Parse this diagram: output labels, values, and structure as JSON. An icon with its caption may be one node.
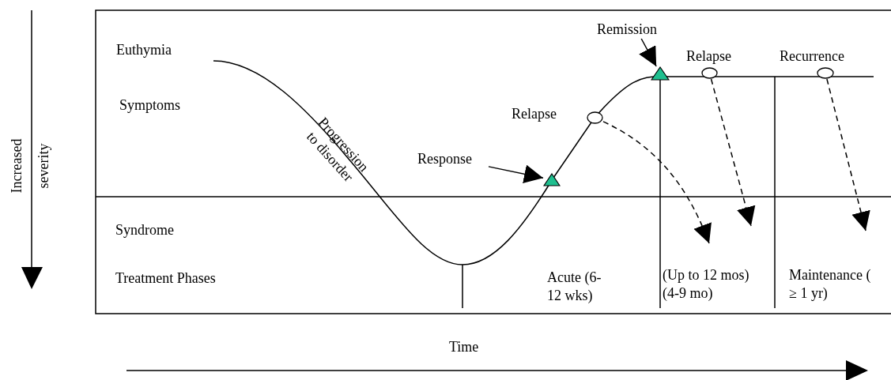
{
  "diagram": {
    "nodes": [
      {
        "text": [
          "Remission"
        ]
      },
      {
        "text": [],
        "shape": "triangle"
      },
      {
        "text": [
          "Response"
        ]
      },
      {
        "text": [],
        "shape": "triangle"
      },
      {
        "text": [],
        "shape": "circle",
        "beside": [
          "Relapse"
        ]
      },
      {
        "text": [],
        "shape": "circle",
        "beside": [
          "Relapse"
        ]
      },
      {
        "text": [],
        "shape": "circle",
        "beside": [
          "Recurrence"
        ]
      }
    ],
    "edges": [
      {
        "from": 0,
        "to": 1,
        "arrow": "to"
      },
      {
        "from": 2,
        "to": 3,
        "arrow": "to"
      },
      {
        "from": 4,
        "to": null,
        "arrow": "to",
        "style": "dashed"
      },
      {
        "from": 5,
        "to": null,
        "arrow": "to",
        "style": "dashed"
      },
      {
        "from": 6,
        "to": null,
        "arrow": "to",
        "style": "dashed"
      }
    ],
    "labels": [
      "Increased severity",
      "Euthymia",
      "Symptoms",
      "Progression to disorder",
      "Syndrome",
      "Treatment Phases",
      "Acute (6-12 wks)",
      "(Up to 12 mos) (4-9 mo)",
      "Maintenance ( ≥ 1 yr)",
      "Time"
    ]
  }
}
